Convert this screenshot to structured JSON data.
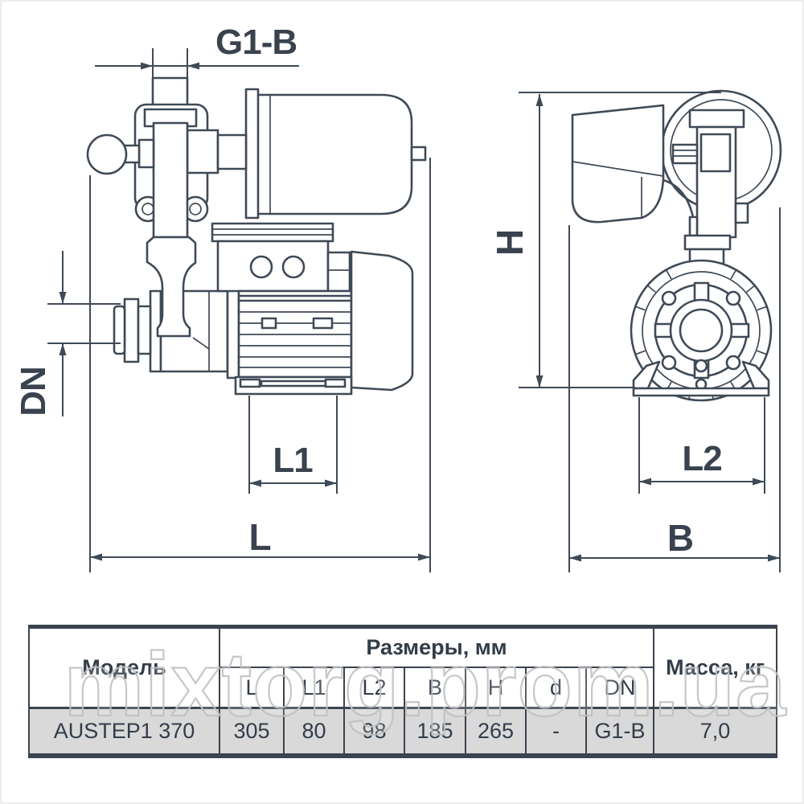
{
  "page": {
    "background": "#ffffff",
    "line_color": "#3f4a57"
  },
  "diagram": {
    "dimension_labels": {
      "thread": "G1-B",
      "inlet_diameter": "DN",
      "motor_base_length": "L1",
      "overall_length": "L",
      "overall_height": "H",
      "base_depth": "L2",
      "overall_depth": "B"
    }
  },
  "table": {
    "model_header": "Модель",
    "dimensions_header": "Размеры, мм",
    "mass_header": "Масса, кг",
    "sub_headers": [
      "L",
      "L1",
      "L2",
      "B",
      "H",
      "d",
      "DN"
    ],
    "rows": [
      {
        "model": "AUSTEP1 370",
        "values": [
          "305",
          "80",
          "98",
          "185",
          "265",
          "-",
          "G1-B"
        ],
        "mass": "7,0"
      }
    ]
  },
  "watermark": {
    "text": "mixtorg.prom.ua",
    "color": "#c1c1c1"
  }
}
